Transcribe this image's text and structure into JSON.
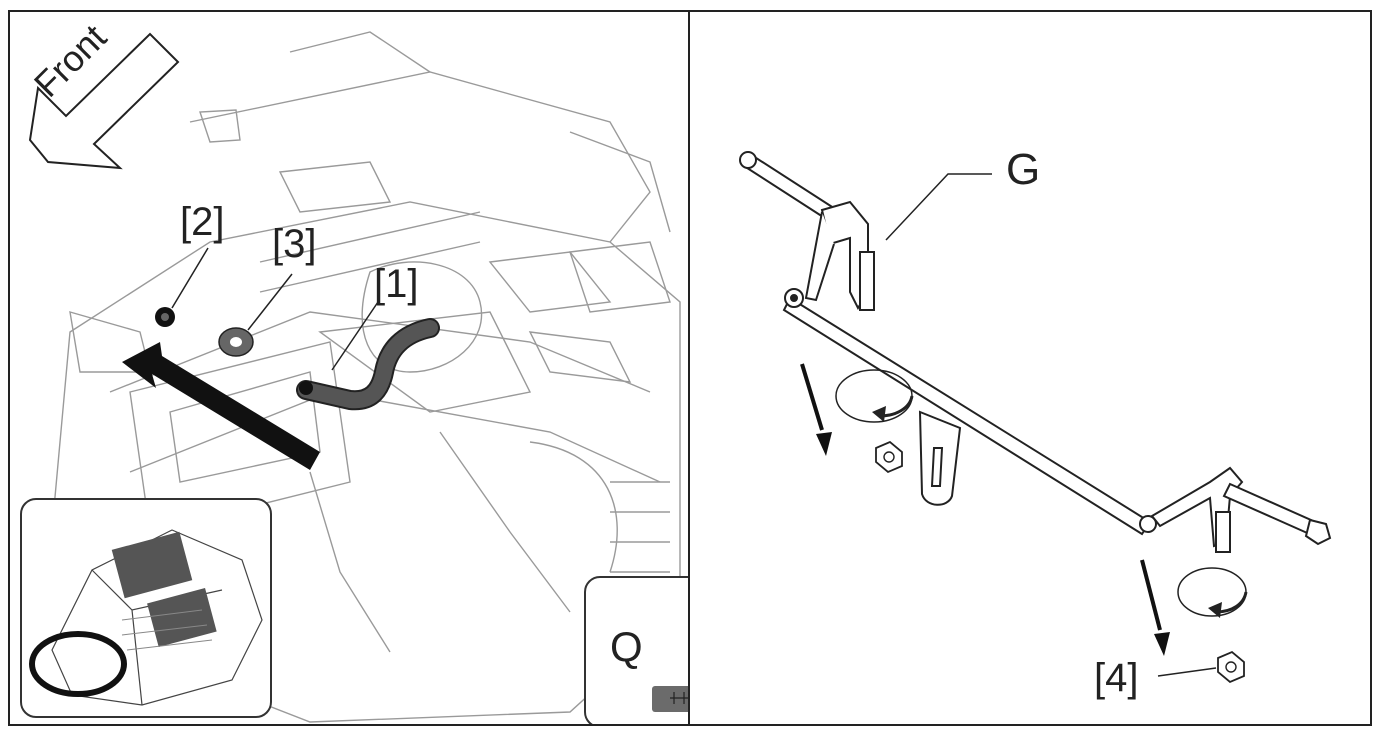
{
  "left_panel": {
    "front_label": "Front",
    "callouts": {
      "item1": "[1]",
      "item2": "[2]",
      "item3": "[3]"
    },
    "tool_inset_label": "Q"
  },
  "right_panel": {
    "part_label": "G",
    "callouts": {
      "item4": "[4]"
    }
  },
  "colors": {
    "line": "#222222",
    "part_fill": "#555555",
    "tool_fill": "#6b6b6b",
    "arrow": "#111111",
    "background": "#ffffff"
  }
}
